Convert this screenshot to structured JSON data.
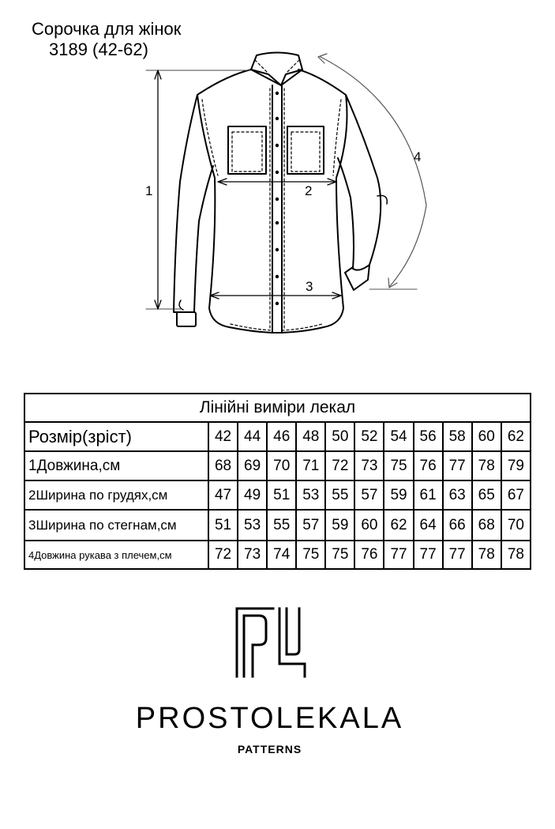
{
  "document": {
    "title_line1": "Сорочка для жінок",
    "title_line2": "3189 (42-62)"
  },
  "diagram": {
    "labels": [
      "1",
      "2",
      "3",
      "4"
    ]
  },
  "table": {
    "heading": "Лінійні виміри лекал",
    "size_label": "Розмір(зріст)",
    "sizes": [
      "42",
      "44",
      "46",
      "48",
      "50",
      "52",
      "54",
      "56",
      "58",
      "60",
      "62"
    ],
    "rows": [
      {
        "label": "1Довжина,см",
        "values": [
          "68",
          "69",
          "70",
          "71",
          "72",
          "73",
          "75",
          "76",
          "77",
          "78",
          "79"
        ]
      },
      {
        "label": "2Ширина по грудях,см",
        "values": [
          "47",
          "49",
          "51",
          "53",
          "55",
          "57",
          "59",
          "61",
          "63",
          "65",
          "67"
        ]
      },
      {
        "label": "3Ширина по стегнам,см",
        "values": [
          "51",
          "53",
          "55",
          "57",
          "59",
          "60",
          "62",
          "64",
          "66",
          "68",
          "70"
        ]
      },
      {
        "label": "4Довжина рукава з плечем,см",
        "values": [
          "72",
          "73",
          "74",
          "75",
          "75",
          "76",
          "77",
          "77",
          "77",
          "78",
          "78"
        ]
      }
    ]
  },
  "brand": {
    "name": "PROSTOLEKALA",
    "tagline": "PATTERNS",
    "logo_icon": "pl-monogram-icon"
  }
}
